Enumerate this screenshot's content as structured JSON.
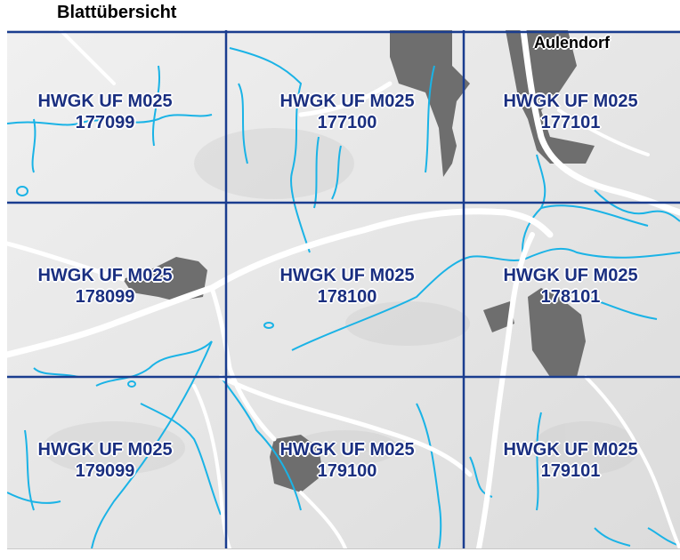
{
  "title": "Blattübersicht",
  "place": "Aulendorf",
  "sheets": [
    {
      "name": "HWGK UF M025",
      "number": "177099"
    },
    {
      "name": "HWGK UF M025",
      "number": "177100"
    },
    {
      "name": "HWGK UF M025",
      "number": "177101"
    },
    {
      "name": "HWGK UF M025",
      "number": "178099"
    },
    {
      "name": "HWGK UF M025",
      "number": "178100"
    },
    {
      "name": "HWGK UF M025",
      "number": "178101"
    },
    {
      "name": "HWGK UF M025",
      "number": "179099"
    },
    {
      "name": "HWGK UF M025",
      "number": "179100"
    },
    {
      "name": "HWGK UF M025",
      "number": "179101"
    }
  ],
  "colors": {
    "grid": "#1a3d8f",
    "water": "#1ab3e6",
    "road": "#ffffff",
    "settlement": "#6e6e6e",
    "label": "#1a2f80"
  }
}
